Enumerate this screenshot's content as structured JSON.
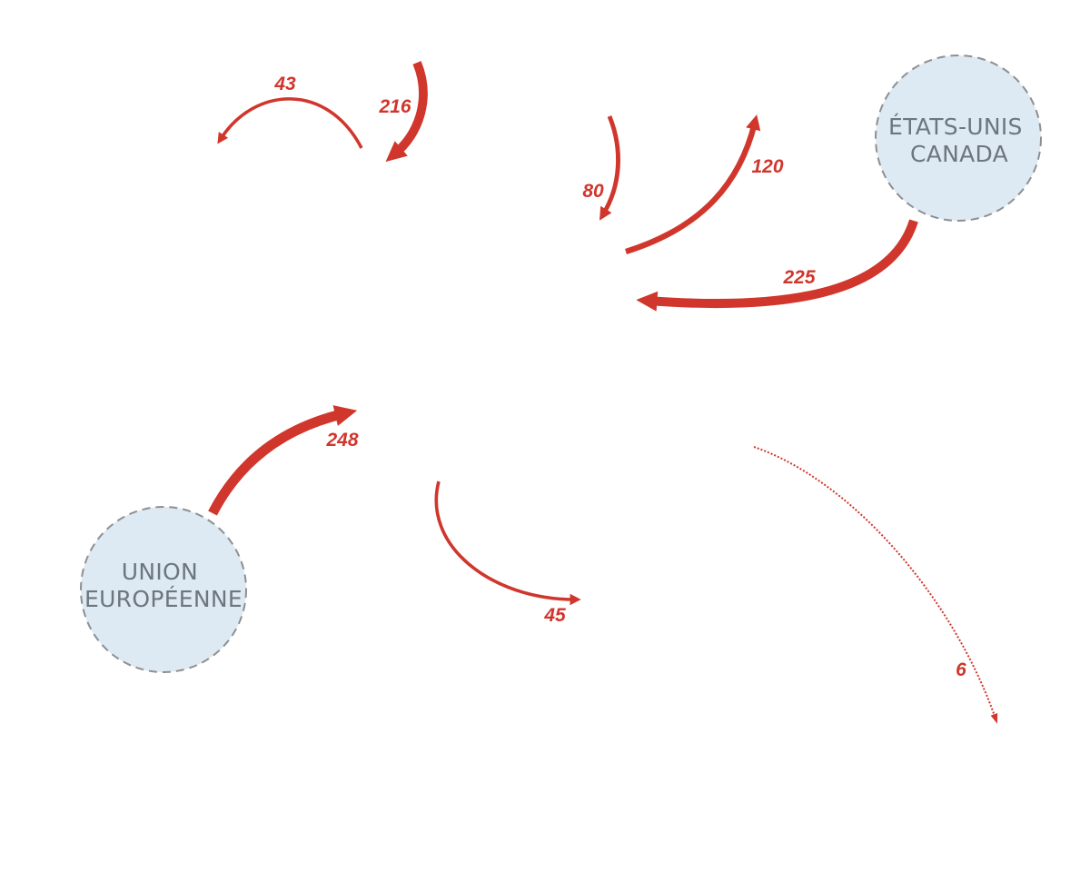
{
  "colors": {
    "flow": "#d0362c",
    "region_fill": "#dde9f3",
    "region_stroke": "#8f8f8f",
    "region_text": "#6e767d"
  },
  "regions": [
    {
      "id": "etats-unis-canada",
      "lines": [
        "ÉTATS-UNIS",
        "CANADA"
      ]
    },
    {
      "id": "union-europeenne",
      "lines": [
        "UNION",
        "EUROPÉENNE"
      ]
    }
  ],
  "flows": [
    {
      "id": "flow-43",
      "label": "43",
      "value": 43
    },
    {
      "id": "flow-216",
      "label": "216",
      "value": 216
    },
    {
      "id": "flow-80",
      "label": "80",
      "value": 80
    },
    {
      "id": "flow-120",
      "label": "120",
      "value": 120
    },
    {
      "id": "flow-225",
      "label": "225",
      "value": 225
    },
    {
      "id": "flow-248",
      "label": "248",
      "value": 248
    },
    {
      "id": "flow-45",
      "label": "45",
      "value": 45
    },
    {
      "id": "flow-6",
      "label": "6",
      "value": 6,
      "style": "dotted"
    }
  ]
}
